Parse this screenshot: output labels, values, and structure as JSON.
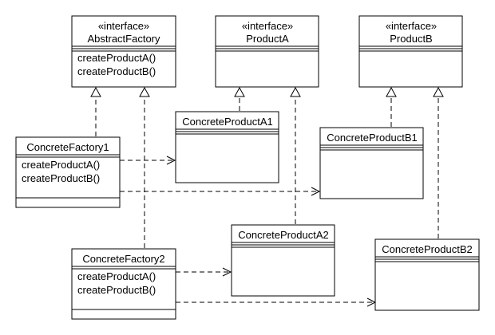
{
  "classes": {
    "abstract_factory": {
      "stereotype": "«interface»",
      "name": "AbstractFactory",
      "methods": [
        "createProductA()",
        "createProductB()"
      ]
    },
    "product_a": {
      "stereotype": "«interface»",
      "name": "ProductA",
      "methods": []
    },
    "product_b": {
      "stereotype": "«interface»",
      "name": "ProductB",
      "methods": []
    },
    "concrete_factory_1": {
      "name": "ConcreteFactory1",
      "methods": [
        "createProductA()",
        "createProductB()"
      ]
    },
    "concrete_factory_2": {
      "name": "ConcreteFactory2",
      "methods": [
        "createProductA()",
        "createProductB()"
      ]
    },
    "concrete_product_a1": {
      "name": "ConcreteProductA1",
      "methods": []
    },
    "concrete_product_a2": {
      "name": "ConcreteProductA2",
      "methods": []
    },
    "concrete_product_b1": {
      "name": "ConcreteProductB1",
      "methods": []
    },
    "concrete_product_b2": {
      "name": "ConcreteProductB2",
      "methods": []
    }
  }
}
